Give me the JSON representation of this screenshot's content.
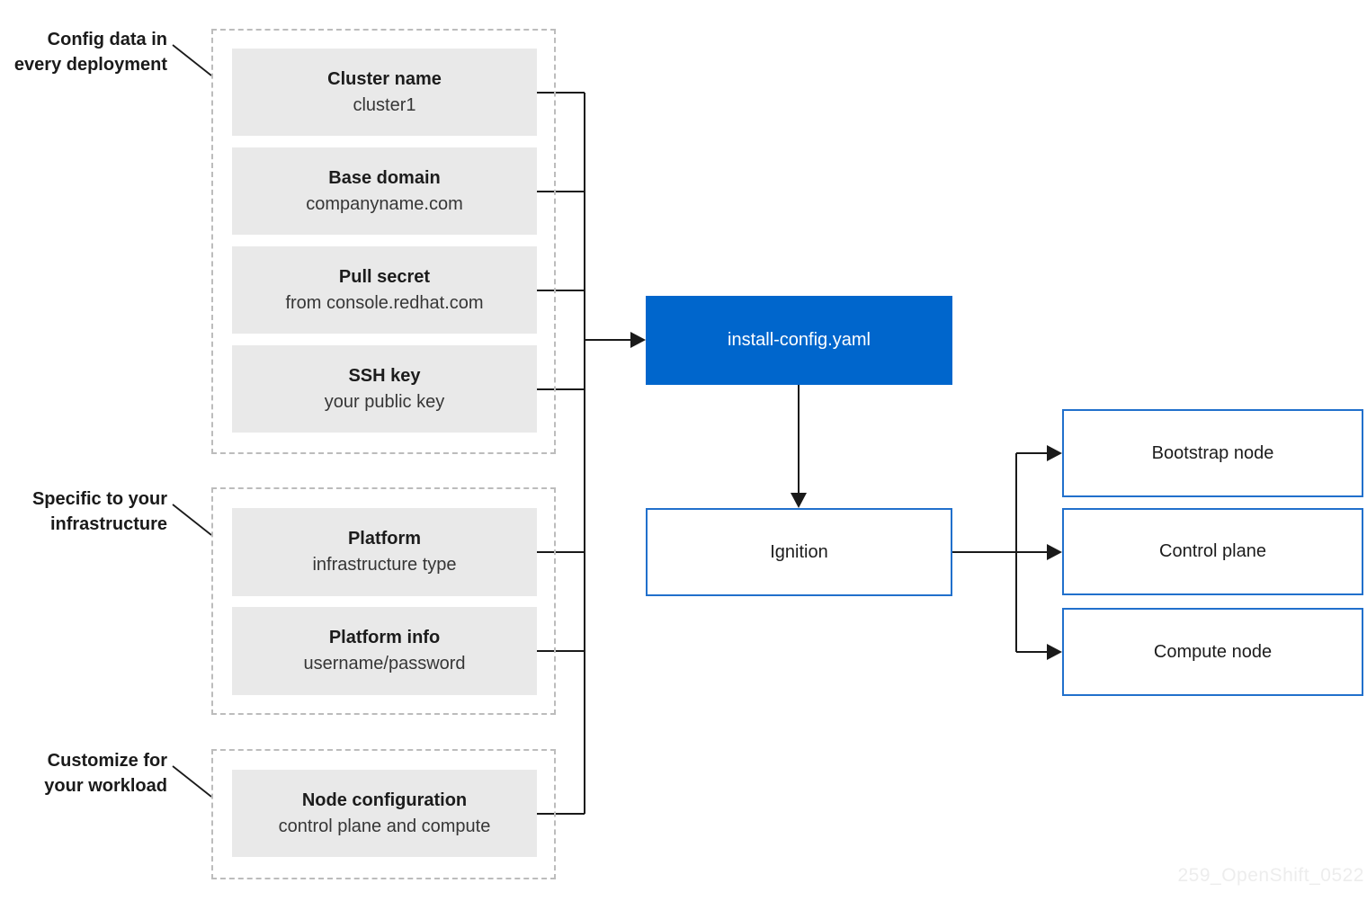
{
  "annotations": [
    {
      "line1": "Config data in",
      "line2": "every deployment"
    },
    {
      "line1": "Specific to your",
      "line2": "infrastructure"
    },
    {
      "line1": "Customize for",
      "line2": "your workload"
    }
  ],
  "groups": [
    {
      "items": [
        {
          "title": "Cluster name",
          "subtitle": "cluster1"
        },
        {
          "title": "Base domain",
          "subtitle": "companyname.com"
        },
        {
          "title": "Pull secret",
          "subtitle": "from console.redhat.com"
        },
        {
          "title": "SSH key",
          "subtitle": "your public key"
        }
      ]
    },
    {
      "items": [
        {
          "title": "Platform",
          "subtitle": "infrastructure type"
        },
        {
          "title": "Platform info",
          "subtitle": "username/password"
        }
      ]
    },
    {
      "items": [
        {
          "title": "Node configuration",
          "subtitle": "control plane and compute"
        }
      ]
    }
  ],
  "nodes": {
    "install_config": "install-config.yaml",
    "ignition": "Ignition",
    "bootstrap": "Bootstrap node",
    "control_plane": "Control plane",
    "compute": "Compute node"
  },
  "watermark": "259_OpenShift_0522",
  "colors": {
    "primary_blue": "#0066cc",
    "node_border_blue": "#2170cc",
    "item_box_gray": "#e9e9e9",
    "dashed_border_gray": "#bcbcbc",
    "connector_black": "#1a1a1a",
    "watermark_gray": "#ededed"
  }
}
